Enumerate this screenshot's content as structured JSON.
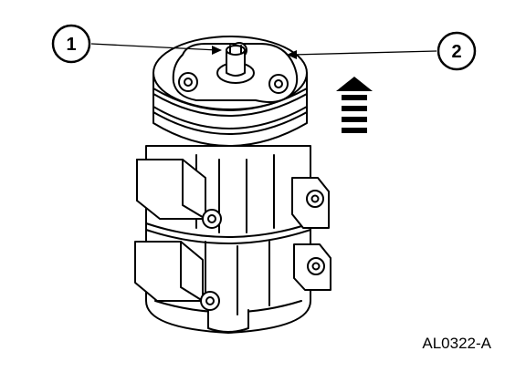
{
  "diagram": {
    "callouts": [
      {
        "id": "callout-1",
        "label": "1"
      },
      {
        "id": "callout-2",
        "label": "2"
      }
    ],
    "figure_id": "AL0322-A",
    "colors": {
      "ink": "#000000",
      "paper": "#ffffff"
    },
    "icons": [
      "direction-up-arrow-icon"
    ]
  }
}
